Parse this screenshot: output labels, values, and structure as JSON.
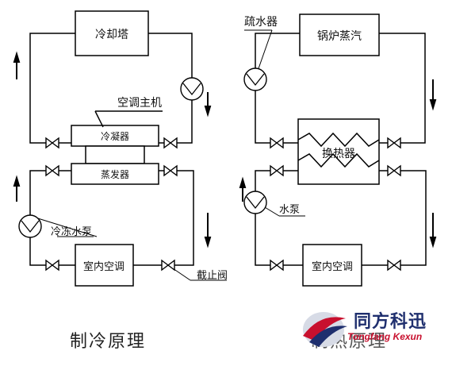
{
  "left": {
    "cooling_tower": "冷却塔",
    "condenser": "冷凝器",
    "evaporator": "蒸发器",
    "indoor_ac": "室内空调",
    "ac_host_label": "空调主机",
    "chilled_pump_label": "冷冻水泵",
    "stop_valve_label": "截止阀",
    "caption": "制冷原理"
  },
  "right": {
    "trap_label": "疏水器",
    "boiler_steam": "锅炉蒸汽",
    "heat_exchanger": "换热器",
    "pump_label": "水泵",
    "indoor_ac": "室内空调",
    "caption": "制热原理"
  },
  "logo": {
    "name_cn": "同方科迅",
    "name_en": "Tongfang Kexun",
    "colors": {
      "red": "#c8102e",
      "blue": "#1f2f6e",
      "light": "#d7dbe6"
    }
  }
}
